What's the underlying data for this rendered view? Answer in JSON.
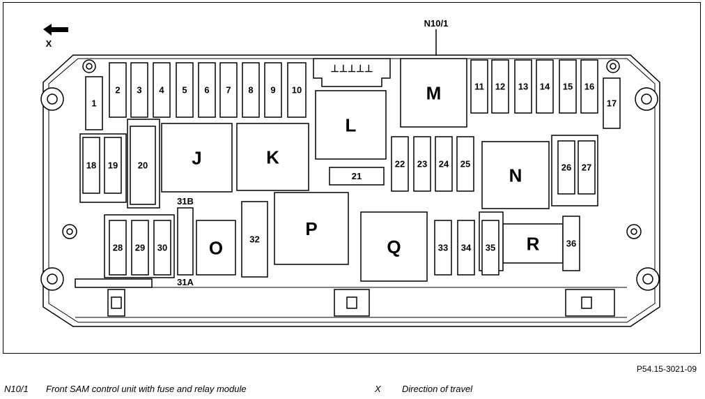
{
  "callout": "N10/1",
  "direction": {
    "letter": "X",
    "arrow_icon": "arrow-left-icon"
  },
  "blocks": [
    "J",
    "K",
    "L",
    "M",
    "N",
    "O",
    "P",
    "Q",
    "R"
  ],
  "fuses": [
    "1",
    "2",
    "3",
    "4",
    "5",
    "6",
    "7",
    "8",
    "9",
    "10",
    "11",
    "12",
    "13",
    "14",
    "15",
    "16",
    "17",
    "18",
    "19",
    "20",
    "21",
    "22",
    "23",
    "24",
    "25",
    "26",
    "27",
    "28",
    "29",
    "30",
    "31B",
    "31A",
    "32",
    "33",
    "34",
    "35",
    "36"
  ],
  "connector_mark": "⊥⊥⊥⊥⊥",
  "reference": "P54.15-3021-09",
  "legend": [
    {
      "code": "N10/1",
      "text": "Front SAM control unit with fuse and relay module"
    },
    {
      "code": "X",
      "text": "Direction of travel"
    }
  ]
}
